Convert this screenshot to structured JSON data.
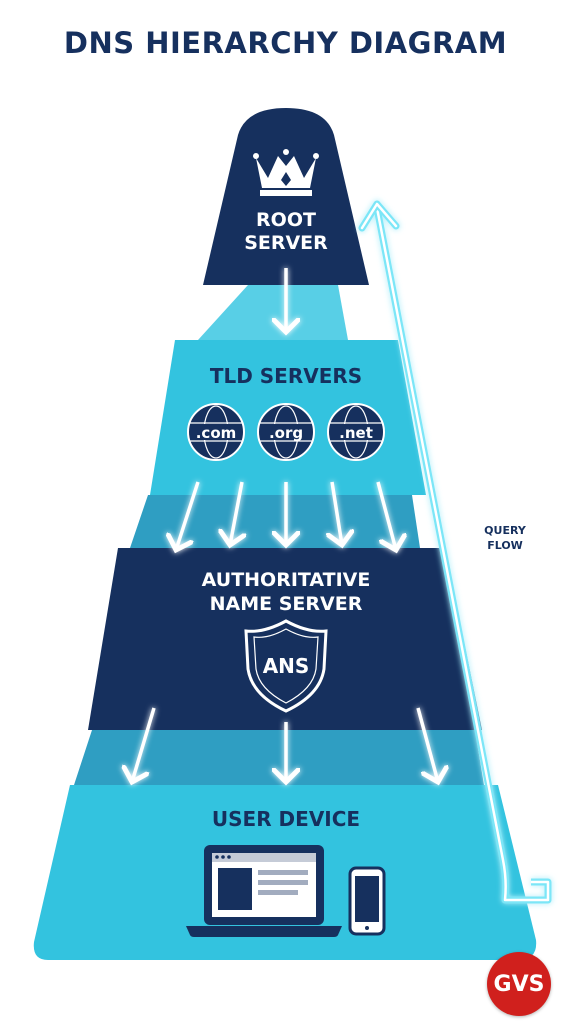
{
  "title": "DNS HIERARCHY DIAGRAM",
  "levels": {
    "root": {
      "line1": "ROOT",
      "line2": "SERVER"
    },
    "tld": {
      "label": "TLD SERVERS",
      "domains": [
        ".com",
        ".org",
        ".net"
      ]
    },
    "authoritative": {
      "line1": "AUTHORITATIVE",
      "line2": "NAME SERVER",
      "emblem": "ANS"
    },
    "user": {
      "label": "USER DEVICE"
    }
  },
  "query_flow": {
    "line1": "QUERY",
    "line2": "FLOW"
  },
  "logo": "GVS",
  "colors": {
    "navy": "#16305e",
    "cyan": "#33c3df",
    "cyan_light": "#5fd3ea",
    "glow": "#9af3ff",
    "logo_red": "#d0201d"
  },
  "icons": [
    "crown-icon",
    "globe-icon",
    "shield-icon",
    "laptop-icon",
    "smartphone-icon"
  ]
}
